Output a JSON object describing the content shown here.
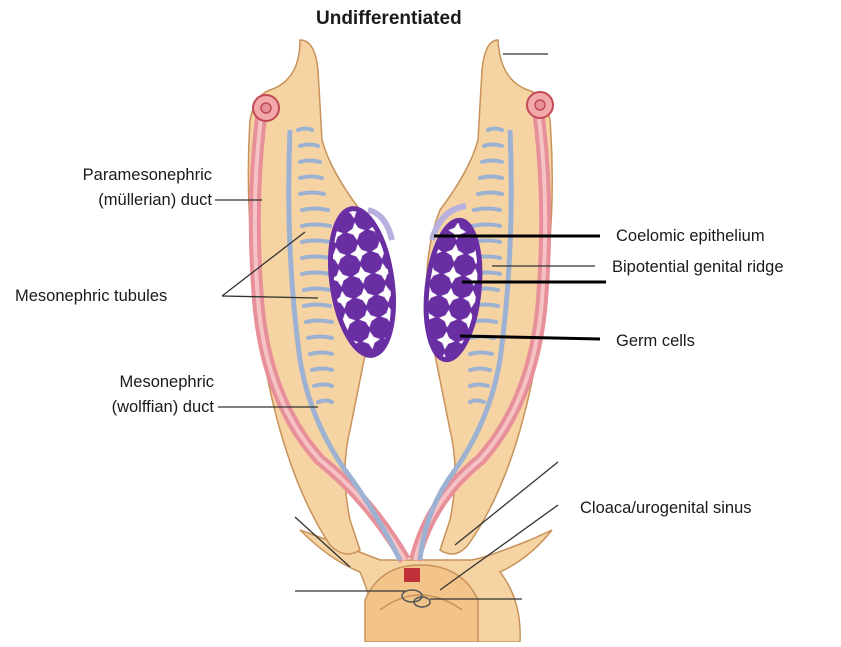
{
  "title": "Undifferentiated",
  "labels": {
    "paramesonephric_1": "Paramesonephric",
    "paramesonephric_2": "(müllerian) duct",
    "mesonephric_tubules": "Mesonephric tubules",
    "mesonephric_duct_1": "Mesonephric",
    "mesonephric_duct_2": "(wolffian) duct",
    "coelomic_epithelium": "Coelomic epithelium",
    "genital_ridge": "Bipotential genital ridge",
    "germ_cells": "Germ cells",
    "cloaca": "Cloaca/urogenital sinus"
  },
  "colors": {
    "tissue_fill": "#f6d3a2",
    "tissue_stroke": "#c8925a",
    "duct_pink": "#e8909a",
    "duct_blue": "#9db2d2",
    "ridge_purple": "#6a2ea3",
    "epithelium": "#b8b0de"
  }
}
